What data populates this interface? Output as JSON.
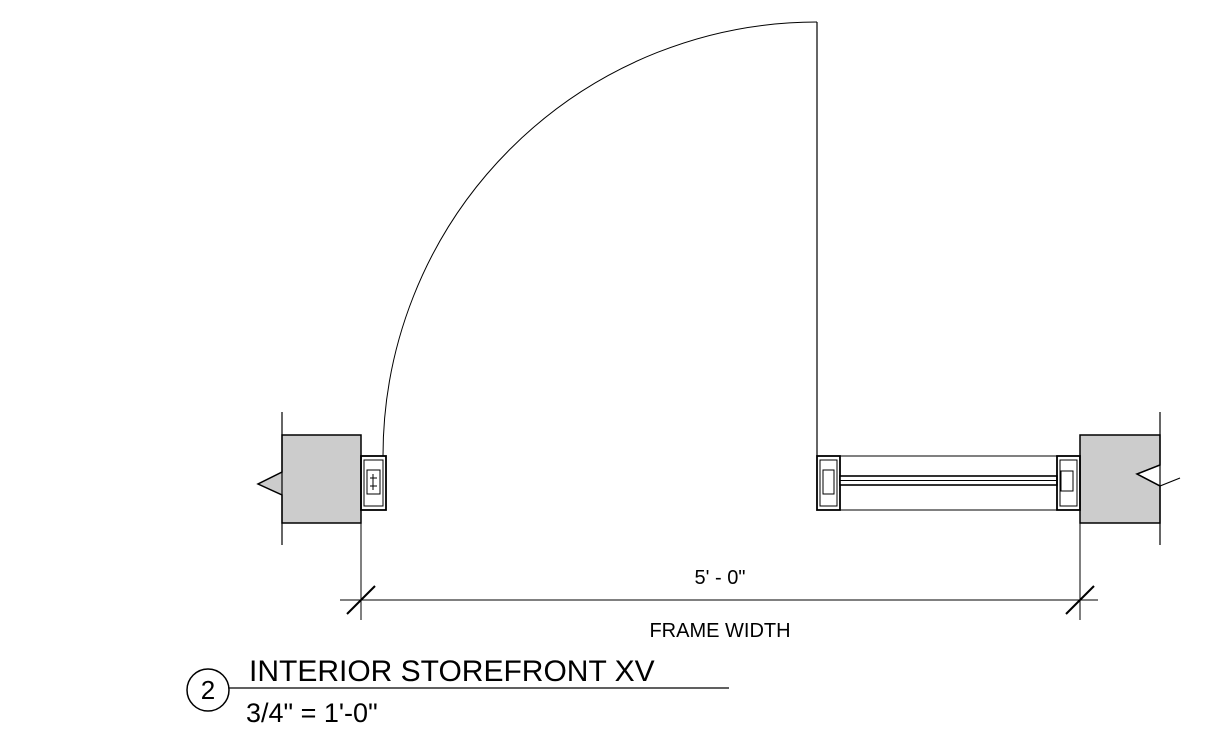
{
  "drawing": {
    "dimension_value": "5' - 0\"",
    "dimension_label": "FRAME WIDTH",
    "detail_number": "2",
    "detail_title": "INTERIOR STOREFRONT XV",
    "detail_scale": "3/4\" = 1'-0\""
  },
  "colors": {
    "line": "#000000",
    "wall_fill": "#cccccc",
    "background": "#ffffff"
  }
}
